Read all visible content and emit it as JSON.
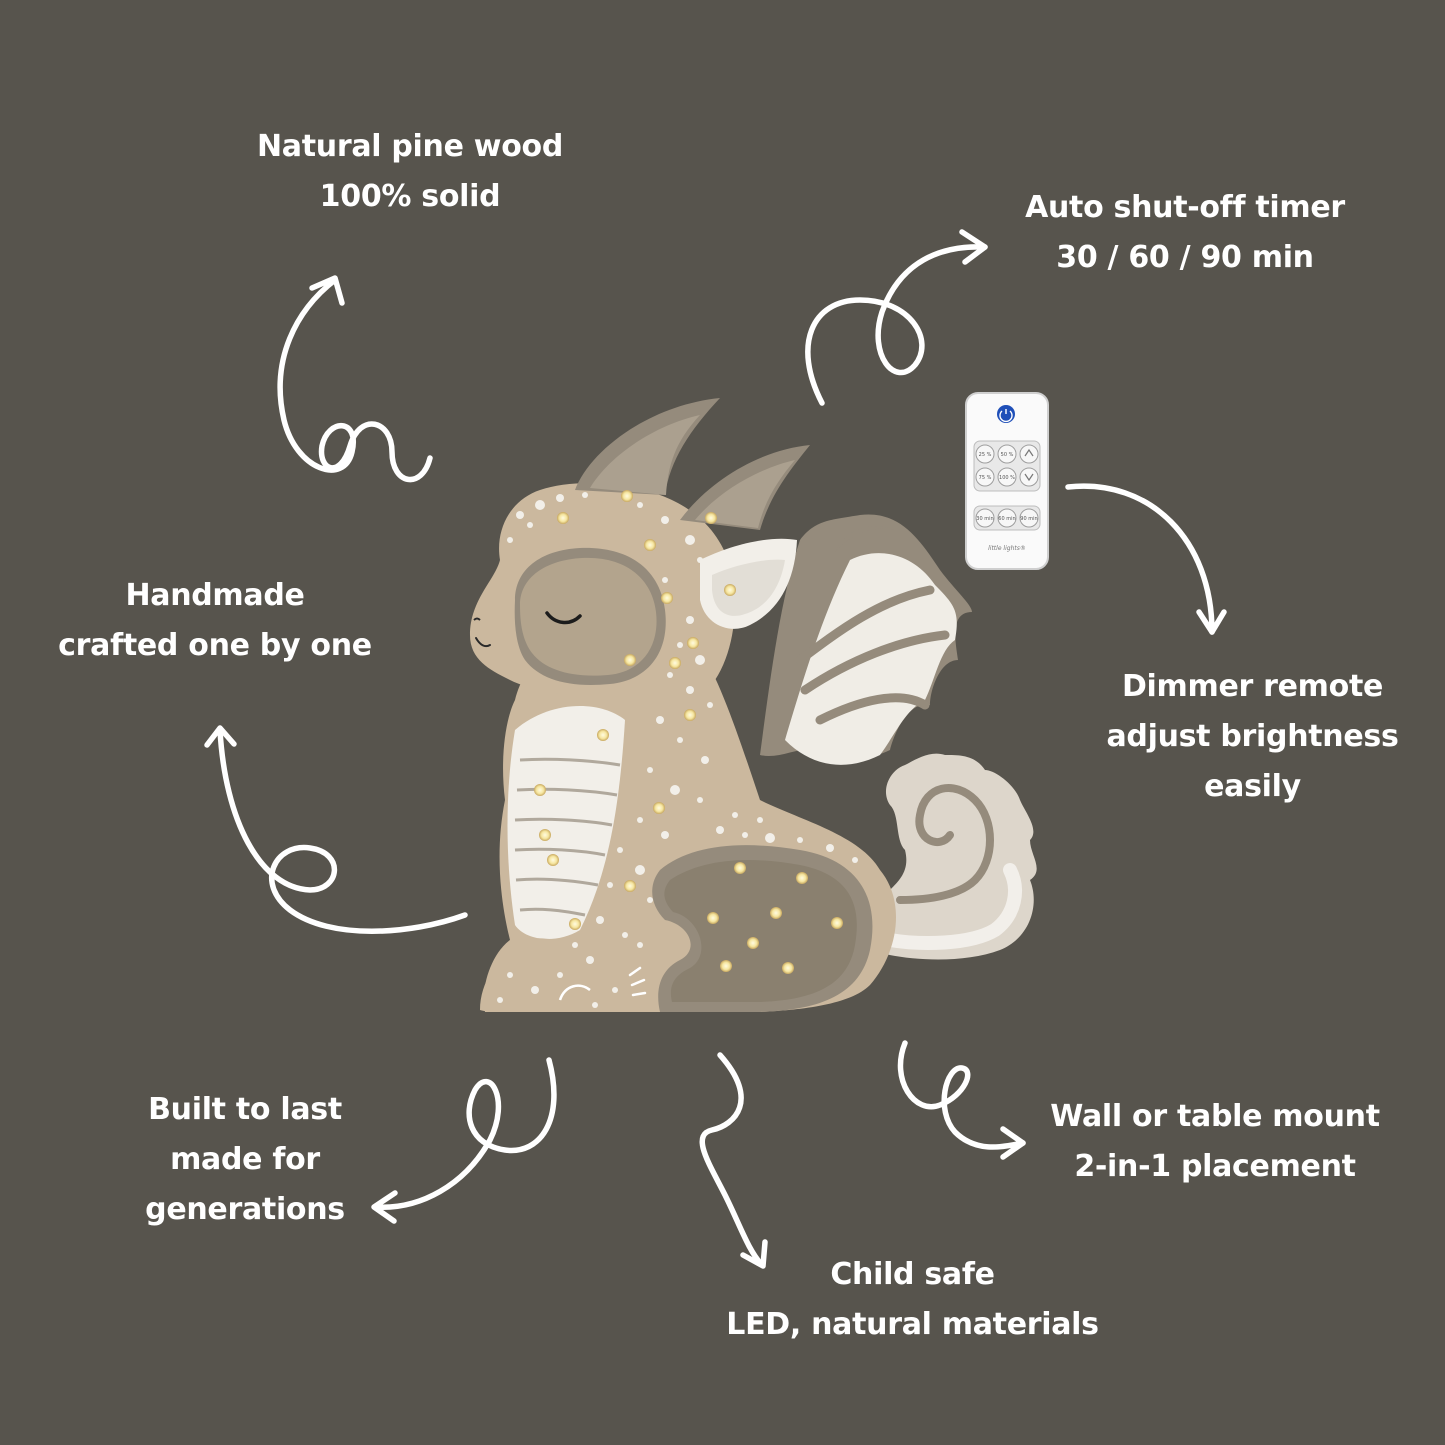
{
  "features": {
    "wood": [
      "Natural pine wood",
      "100% solid"
    ],
    "timer": [
      "Auto shut-off timer",
      "30 / 60 / 90 min"
    ],
    "handmade": [
      "Handmade",
      "crafted one by one"
    ],
    "dimmer": [
      "Dimmer remote",
      "adjust brightness",
      "easily"
    ],
    "built": [
      "Built to last",
      "made for",
      "generations"
    ],
    "mount": [
      "Wall or table mount",
      "2-in-1 placement"
    ],
    "safe": [
      "Child safe",
      "LED, natural materials"
    ]
  },
  "remote": {
    "buttons": [
      "25 %",
      "50 %",
      "75 %",
      "100 %",
      "30 min",
      "60 min",
      "90 min"
    ],
    "brand": "little lights®"
  },
  "colors": {
    "background": "#57544d",
    "text": "#ffffff",
    "wood_tan": "#cbb89e",
    "wood_gray": "#958b7c",
    "white_paint": "#f0ede6",
    "led": "#f7e9a8",
    "power_button": "#1f4fb8"
  },
  "icons": [
    "curly-arrow-icon",
    "dragon-lamp",
    "remote-control"
  ]
}
